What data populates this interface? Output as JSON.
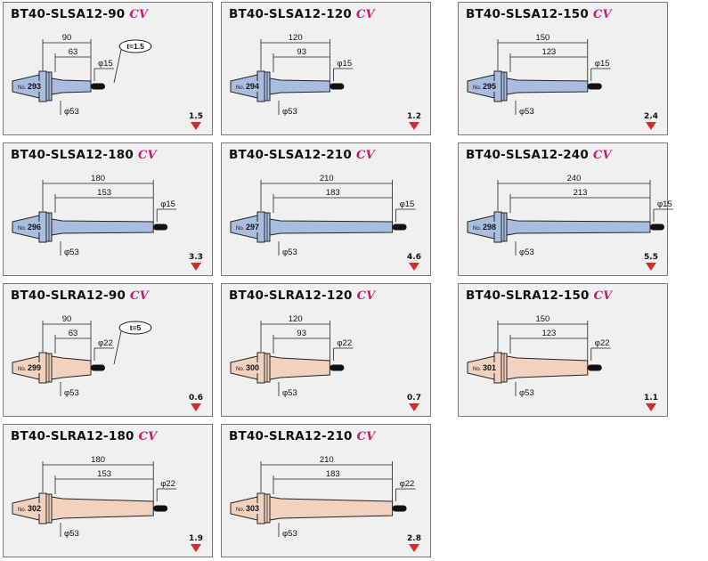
{
  "colors": {
    "SLSA": "#a9bde0",
    "SLRA": "#f2d2bf",
    "cv": "#c8186f",
    "arrow": "#d42b2b"
  },
  "cards": [
    {
      "prefix": "BT40-SLSA12-",
      "length": "90",
      "dim1": "90",
      "dim2": "63",
      "dia": "φ15",
      "flange": "φ53",
      "no": "293",
      "weight": "1.5",
      "t": "t=1.5",
      "type": "SLSA"
    },
    {
      "prefix": "BT40-SLSA12-",
      "length": "120",
      "dim1": "120",
      "dim2": "93",
      "dia": "φ15",
      "flange": "φ53",
      "no": "294",
      "weight": "1.2",
      "t": "",
      "type": "SLSA"
    },
    {
      "prefix": "BT40-SLSA12-",
      "length": "150",
      "dim1": "150",
      "dim2": "123",
      "dia": "φ15",
      "flange": "φ53",
      "no": "295",
      "weight": "2.4",
      "t": "",
      "type": "SLSA"
    },
    {
      "prefix": "BT40-SLSA12-",
      "length": "180",
      "dim1": "180",
      "dim2": "153",
      "dia": "φ15",
      "flange": "φ53",
      "no": "296",
      "weight": "3.3",
      "t": "",
      "type": "SLSA"
    },
    {
      "prefix": "BT40-SLSA12-",
      "length": "210",
      "dim1": "210",
      "dim2": "183",
      "dia": "φ15",
      "flange": "φ53",
      "no": "297",
      "weight": "4.6",
      "t": "",
      "type": "SLSA"
    },
    {
      "prefix": "BT40-SLSA12-",
      "length": "240",
      "dim1": "240",
      "dim2": "213",
      "dia": "φ15",
      "flange": "φ53",
      "no": "298",
      "weight": "5.5",
      "t": "",
      "type": "SLSA"
    },
    {
      "prefix": "BT40-SLRA12-",
      "length": "90",
      "dim1": "90",
      "dim2": "63",
      "dia": "φ22",
      "flange": "φ53",
      "no": "299",
      "weight": "0.6",
      "t": "t=5",
      "type": "SLRA"
    },
    {
      "prefix": "BT40-SLRA12-",
      "length": "120",
      "dim1": "120",
      "dim2": "93",
      "dia": "φ22",
      "flange": "φ53",
      "no": "300",
      "weight": "0.7",
      "t": "",
      "type": "SLRA"
    },
    {
      "prefix": "BT40-SLRA12-",
      "length": "150",
      "dim1": "150",
      "dim2": "123",
      "dia": "φ22",
      "flange": "φ53",
      "no": "301",
      "weight": "1.1",
      "t": "",
      "type": "SLRA"
    },
    {
      "prefix": "BT40-SLRA12-",
      "length": "180",
      "dim1": "180",
      "dim2": "153",
      "dia": "φ22",
      "flange": "φ53",
      "no": "302",
      "weight": "1.9",
      "t": "",
      "type": "SLRA"
    },
    {
      "prefix": "BT40-SLRA12-",
      "length": "210",
      "dim1": "210",
      "dim2": "183",
      "dia": "φ22",
      "flange": "φ53",
      "no": "303",
      "weight": "2.8",
      "t": "",
      "type": "SLRA"
    }
  ],
  "labels": {
    "cv": "CV",
    "no_prefix": "No."
  }
}
